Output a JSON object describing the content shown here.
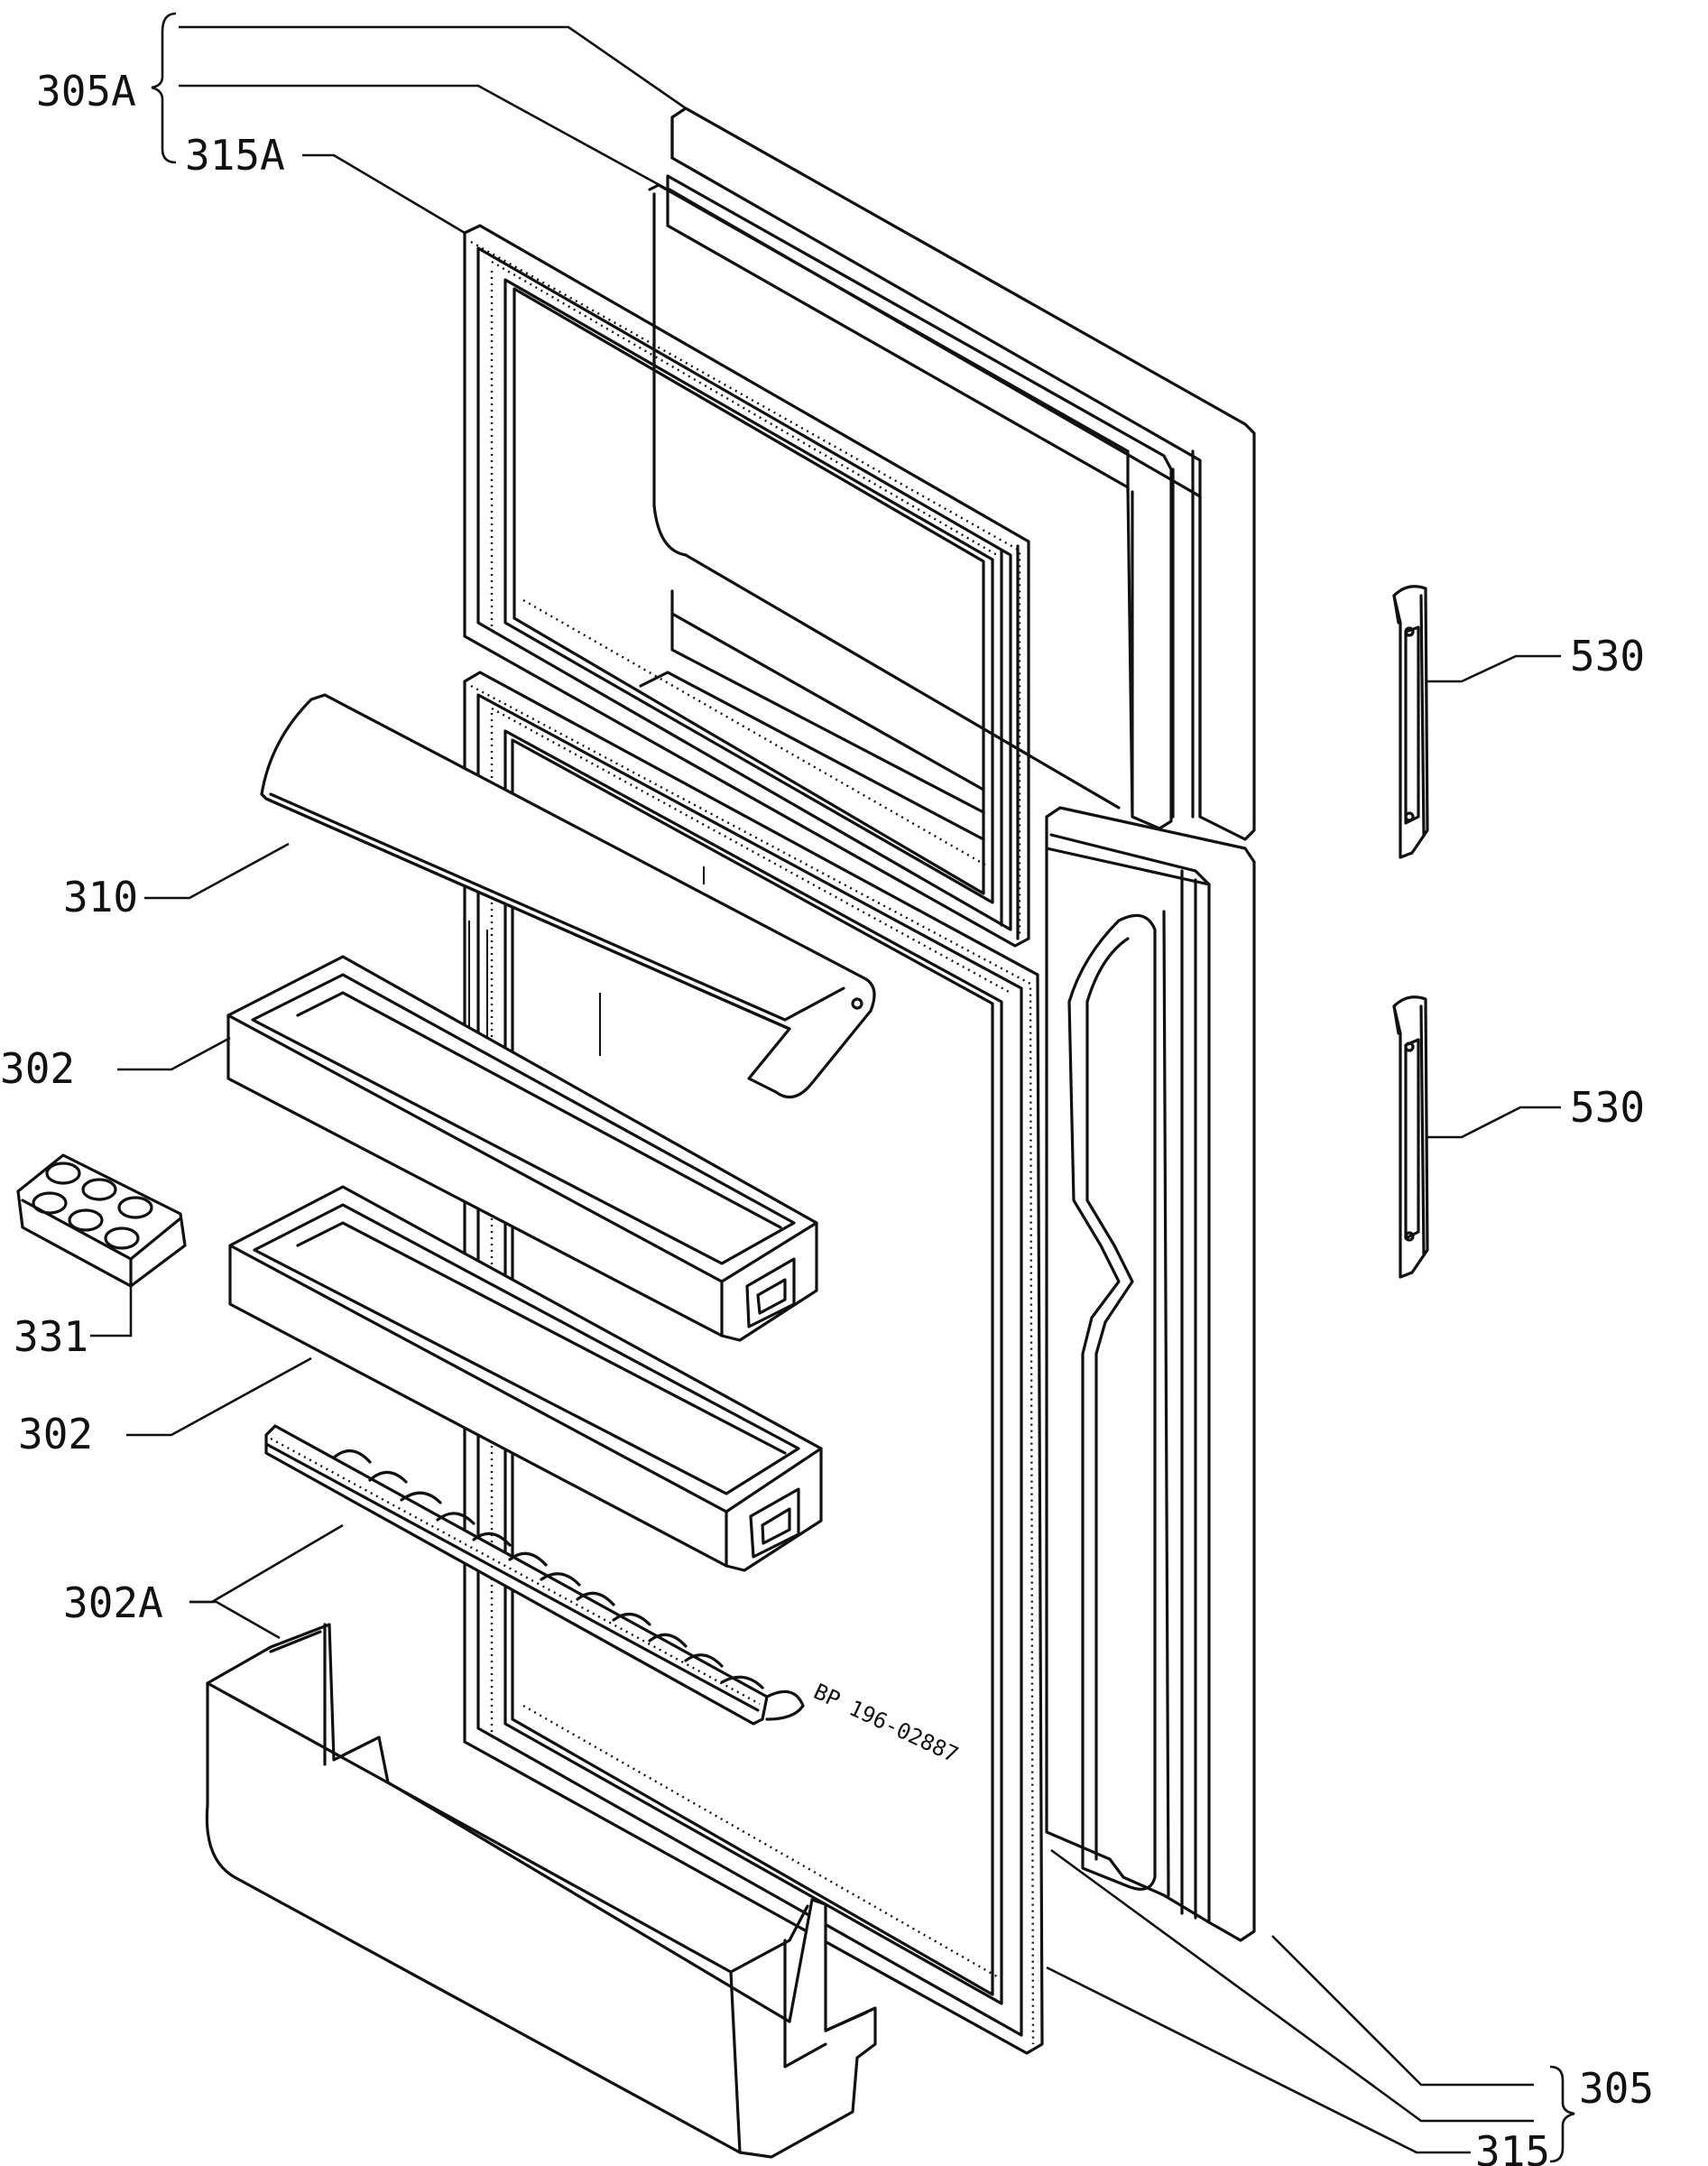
{
  "labels": {
    "l305A": "305A",
    "l315A": "315A",
    "l530a": "530",
    "l530b": "530",
    "l310": "310",
    "l302a": "302",
    "l331": "331",
    "l302b": "302",
    "l302A": "302A",
    "l305": "305",
    "l315": "315"
  },
  "stamp": "BP 196-02887"
}
